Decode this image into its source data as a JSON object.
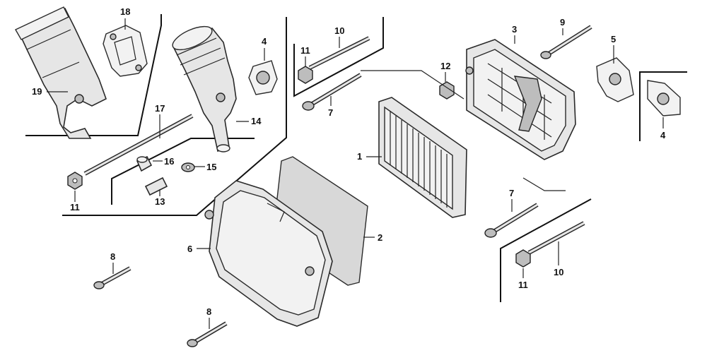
{
  "callouts": [
    {
      "id": "c1",
      "label": "1"
    },
    {
      "id": "c2",
      "label": "2"
    },
    {
      "id": "c3",
      "label": "3"
    },
    {
      "id": "c4a",
      "label": "4"
    },
    {
      "id": "c4b",
      "label": "4"
    },
    {
      "id": "c5",
      "label": "5"
    },
    {
      "id": "c6",
      "label": "6"
    },
    {
      "id": "c7a",
      "label": "7"
    },
    {
      "id": "c7b",
      "label": "7"
    },
    {
      "id": "c8a",
      "label": "8"
    },
    {
      "id": "c8b",
      "label": "8"
    },
    {
      "id": "c9",
      "label": "9"
    },
    {
      "id": "c10a",
      "label": "10"
    },
    {
      "id": "c10b",
      "label": "10"
    },
    {
      "id": "c11a",
      "label": "11"
    },
    {
      "id": "c11b",
      "label": "11"
    },
    {
      "id": "c11c",
      "label": "11"
    },
    {
      "id": "c12",
      "label": "12"
    },
    {
      "id": "c13",
      "label": "13"
    },
    {
      "id": "c14",
      "label": "14"
    },
    {
      "id": "c15",
      "label": "15"
    },
    {
      "id": "c16",
      "label": "16"
    },
    {
      "id": "c17",
      "label": "17"
    },
    {
      "id": "c18",
      "label": "18"
    },
    {
      "id": "c19",
      "label": "19"
    }
  ]
}
